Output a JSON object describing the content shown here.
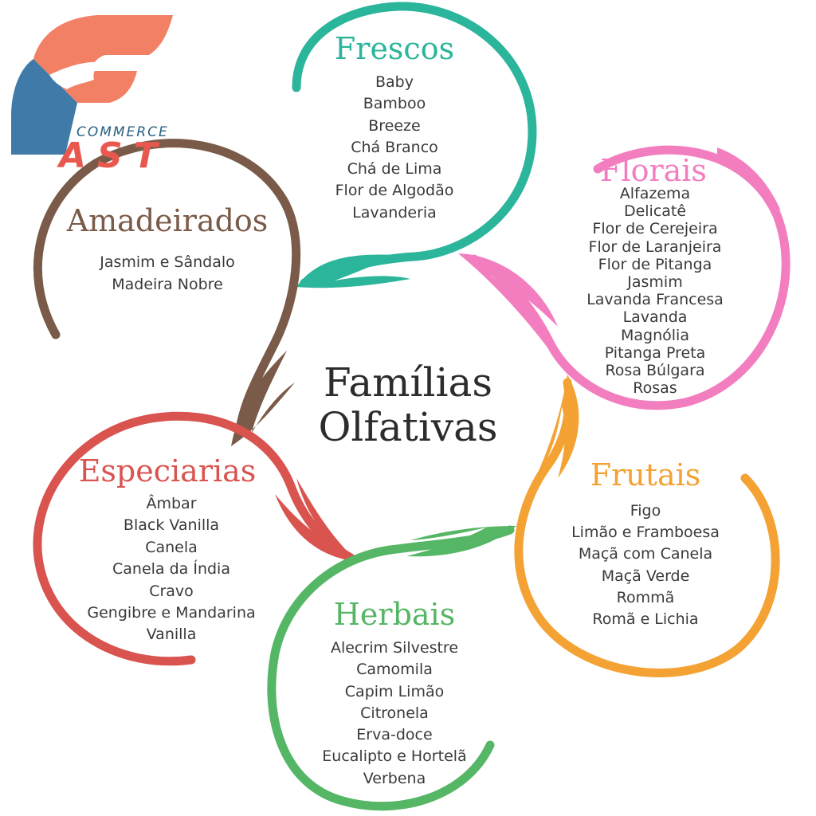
{
  "logo": {
    "commerce": "COMMERCE",
    "ast": "AST",
    "colors": {
      "orange": "#f28065",
      "blue": "#3f7aa8"
    }
  },
  "center": {
    "line1": "Famílias",
    "line2": "Olfativas"
  },
  "families": [
    {
      "id": "frescos",
      "name": "Frescos",
      "color": "#2bb59a",
      "items": [
        "Baby",
        "Bamboo",
        "Breeze",
        "Chá Branco",
        "Chá de Lima",
        "Flor de Algodão",
        "Lavanderia"
      ]
    },
    {
      "id": "florais",
      "name": "Florais",
      "color": "#f27ec0",
      "items": [
        "Alfazema",
        "Delicatê",
        "Flor de Cerejeira",
        "Flor de Laranjeira",
        "Flor de Pitanga",
        "Jasmim",
        "Lavanda Francesa",
        "Lavanda",
        "Magnólia",
        "Pitanga Preta",
        "Rosa Búlgara",
        "Rosas"
      ]
    },
    {
      "id": "amadeirados",
      "name": "Amadeirados",
      "color": "#7a5a48",
      "items": [
        "Jasmim e Sândalo",
        "Madeira Nobre"
      ]
    },
    {
      "id": "especiarias",
      "name": "Especiarias",
      "color": "#d9534f",
      "items": [
        "Âmbar",
        "Black Vanilla",
        "Canela",
        "Canela da Índia",
        "Cravo",
        "Gengibre e Mandarina",
        "Vanilla"
      ]
    },
    {
      "id": "frutais",
      "name": "Frutais",
      "color": "#f3a233",
      "items": [
        "Figo",
        "Limão e Framboesa",
        "Maçã com Canela",
        "Maçã Verde",
        "Rommã",
        "Romã e Lichia"
      ]
    },
    {
      "id": "herbais",
      "name": "Herbais",
      "color": "#55b665",
      "items": [
        "Alecrim Silvestre",
        "Camomila",
        "Capim Limão",
        "Citronela",
        "Erva-doce",
        "Eucalipto e Hortelã",
        "Verbena"
      ]
    }
  ]
}
